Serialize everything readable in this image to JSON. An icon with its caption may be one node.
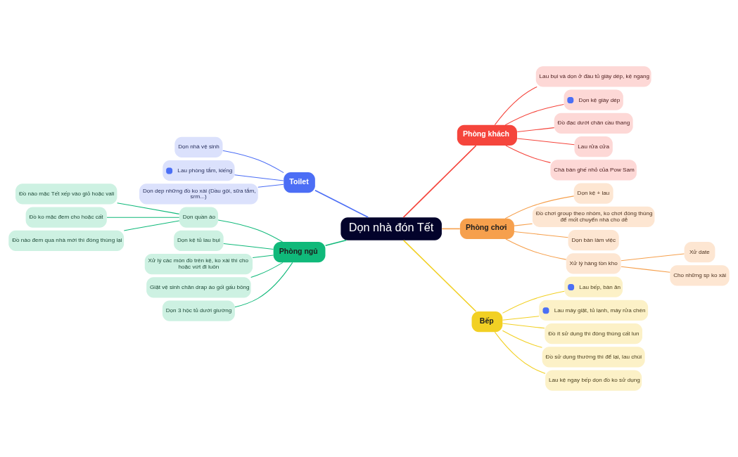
{
  "diagram": {
    "nodes": [
      {
        "text": [
          "Dọn nhà đón Tết"
        ]
      },
      {
        "text": [
          "Phòng khách"
        ]
      },
      {
        "text": [
          "Lau bụi và dọn ở đầu tủ giày dép, kệ ngang"
        ]
      },
      {
        "text": [
          "Dọn kệ giày dép"
        ]
      },
      {
        "text": [
          "Đồ đạc dưới chân cầu thang"
        ]
      },
      {
        "text": [
          "Lau rửa cửa"
        ]
      },
      {
        "text": [
          "Chà bàn ghế nhỏ của Pow Sam"
        ]
      },
      {
        "text": [
          "Phòng chơi"
        ]
      },
      {
        "text": [
          "Dọn kệ + lau"
        ]
      },
      {
        "text": [
          "Đồ chơi group theo nhóm, ko chơi đóng thùng để mốt chuyển nhà cho dễ"
        ]
      },
      {
        "text": [
          "Dọn bàn làm việc"
        ]
      },
      {
        "text": [
          "Xử lý hàng tồn kho"
        ]
      },
      {
        "text": [
          "Xử date"
        ]
      },
      {
        "text": [
          "Cho những sp ko xài"
        ]
      },
      {
        "text": [
          "Bếp"
        ]
      },
      {
        "text": [
          "Lau bếp, bàn ăn"
        ]
      },
      {
        "text": [
          "Lau máy giặt, tủ lạnh, máy rửa chén"
        ]
      },
      {
        "text": [
          "Đồ ít sử dụng thì đóng thùng cất lun"
        ]
      },
      {
        "text": [
          "Đồ sử dụng thường thì để lại, lau chùi"
        ]
      },
      {
        "text": [
          "Lau kệ ngay bếp dọn đồ ko sử dụng"
        ]
      },
      {
        "text": [
          "Toilet"
        ]
      },
      {
        "text": [
          "Dọn nhà vệ sinh"
        ]
      },
      {
        "text": [
          "Lau phòng tắm, kiếng"
        ]
      },
      {
        "text": [
          "Dọn dẹp những đồ ko xài (Dầu gội, sữa tắm, srm...)"
        ]
      },
      {
        "text": [
          "Phòng ngủ"
        ]
      },
      {
        "text": [
          "Dọn quần áo"
        ]
      },
      {
        "text": [
          "Đồ nào mặc Tết xếp vào giỏ hoặc vali"
        ]
      },
      {
        "text": [
          "Đồ ko mặc đem cho hoặc cất"
        ]
      },
      {
        "text": [
          "Đồ nào đem qua nhà mới thì đóng thùng lại"
        ]
      },
      {
        "text": [
          "Dọn kệ tủ lau bụi"
        ]
      },
      {
        "text": [
          "Xử lý các món đồ trên kệ, ko xài thì cho hoặc vứt đi luôn"
        ]
      },
      {
        "text": [
          "Giặt vệ sinh chăn drap áo gối gấu bông"
        ]
      },
      {
        "text": [
          "Dọn 3 hộc tủ dưới giường"
        ]
      }
    ],
    "edges": [
      {
        "from": 0,
        "to": 1,
        "arrow": "none",
        "color": "#f5453c"
      },
      {
        "from": 1,
        "to": 2,
        "arrow": "none",
        "color": "#f5453c"
      },
      {
        "from": 1,
        "to": 3,
        "arrow": "none",
        "color": "#f5453c"
      },
      {
        "from": 1,
        "to": 4,
        "arrow": "none",
        "color": "#f5453c"
      },
      {
        "from": 1,
        "to": 5,
        "arrow": "none",
        "color": "#f5453c"
      },
      {
        "from": 1,
        "to": 6,
        "arrow": "none",
        "color": "#f5453c"
      },
      {
        "from": 0,
        "to": 7,
        "arrow": "none",
        "color": "#f6a04d"
      },
      {
        "from": 7,
        "to": 8,
        "arrow": "none",
        "color": "#f6a04d"
      },
      {
        "from": 7,
        "to": 9,
        "arrow": "none",
        "color": "#f6a04d"
      },
      {
        "from": 7,
        "to": 10,
        "arrow": "none",
        "color": "#f6a04d"
      },
      {
        "from": 7,
        "to": 11,
        "arrow": "none",
        "color": "#f6a04d"
      },
      {
        "from": 11,
        "to": 12,
        "arrow": "none",
        "color": "#f6a04d"
      },
      {
        "from": 11,
        "to": 13,
        "arrow": "none",
        "color": "#f6a04d"
      },
      {
        "from": 0,
        "to": 14,
        "arrow": "none",
        "color": "#f2d024"
      },
      {
        "from": 14,
        "to": 15,
        "arrow": "none",
        "color": "#f2d024"
      },
      {
        "from": 14,
        "to": 16,
        "arrow": "none",
        "color": "#f2d024"
      },
      {
        "from": 14,
        "to": 17,
        "arrow": "none",
        "color": "#f2d024"
      },
      {
        "from": 14,
        "to": 18,
        "arrow": "none",
        "color": "#f2d024"
      },
      {
        "from": 14,
        "to": 19,
        "arrow": "none",
        "color": "#f2d024"
      },
      {
        "from": 0,
        "to": 20,
        "arrow": "none",
        "color": "#4c6ef5"
      },
      {
        "from": 20,
        "to": 21,
        "arrow": "none",
        "color": "#4c6ef5"
      },
      {
        "from": 20,
        "to": 22,
        "arrow": "none",
        "color": "#4c6ef5"
      },
      {
        "from": 20,
        "to": 23,
        "arrow": "none",
        "color": "#4c6ef5"
      },
      {
        "from": 0,
        "to": 24,
        "arrow": "none"
      },
      {
        "from": 24,
        "to": 25,
        "arrow": "none"
      },
      {
        "from": 25,
        "to": 26,
        "arrow": "none"
      },
      {
        "from": 25,
        "to": 27,
        "arrow": "none"
      },
      {
        "from": 25,
        "to": 28,
        "arrow": "none"
      },
      {
        "from": 24,
        "to": 29,
        "arrow": "none"
      },
      {
        "from": 24,
        "to": 30,
        "arrow": "none"
      },
      {
        "from": 24,
        "to": 31,
        "arrow": "none"
      },
      {
        "from": 24,
        "to": 32,
        "arrow": "none"
      }
    ]
  }
}
